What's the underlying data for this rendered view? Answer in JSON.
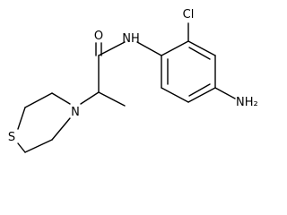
{
  "molecule": {
    "labels": {
      "oxygen": "O",
      "amide_nitrogen": "NH",
      "chlorine": "Cl",
      "amine": "NH₂",
      "ring_nitrogen": "N",
      "sulfur": "S"
    }
  }
}
